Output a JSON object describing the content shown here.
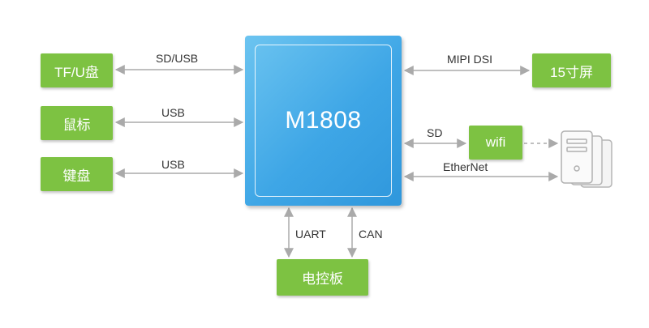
{
  "processor": {
    "label": "M1808"
  },
  "left_peripherals": [
    {
      "label": "TF/U盘",
      "interface": "SD/USB"
    },
    {
      "label": "鼠标",
      "interface": "USB"
    },
    {
      "label": "键盘",
      "interface": "USB"
    }
  ],
  "right_peripherals": {
    "display": {
      "label": "15寸屏",
      "interface": "MIPI DSI"
    },
    "wifi": {
      "label": "wifi",
      "interface": "SD"
    },
    "network": {
      "interface": "EtherNet",
      "icon": "server-icon"
    }
  },
  "bottom_peripheral": {
    "label": "电控板",
    "interfaces": [
      "UART",
      "CAN"
    ]
  },
  "colors": {
    "green_box": "#7dc242",
    "processor_blue": "#3ea6e6",
    "arrow_gray": "#aaaaaa"
  }
}
